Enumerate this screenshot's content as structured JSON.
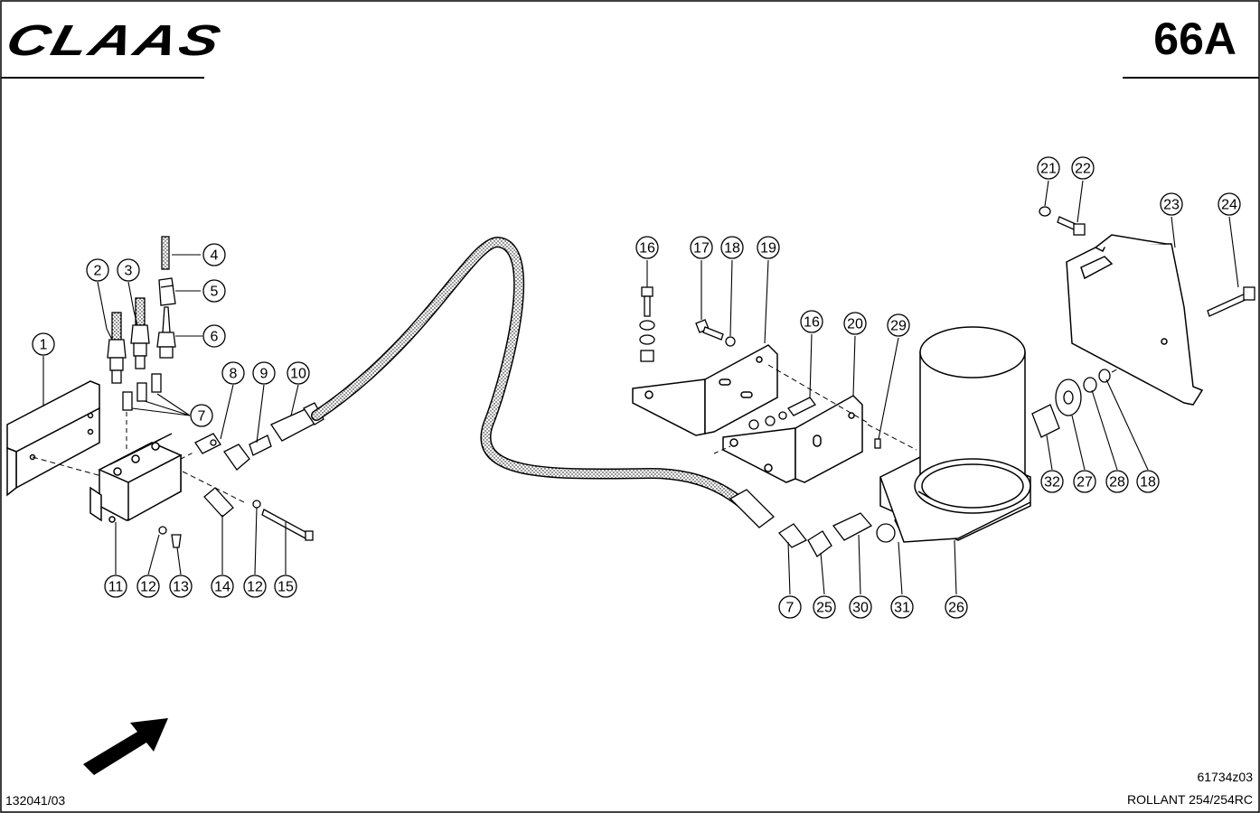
{
  "header": {
    "brand": "CLAAS",
    "page_number": "66A"
  },
  "footer": {
    "doc_code": "132041/03",
    "drawing_code": "61734z03",
    "model": "ROLLANT 254/254RC"
  },
  "callouts": [
    {
      "id": "c1",
      "text": "1"
    },
    {
      "id": "c2",
      "text": "2"
    },
    {
      "id": "c3",
      "text": "3"
    },
    {
      "id": "c4",
      "text": "4"
    },
    {
      "id": "c5",
      "text": "5"
    },
    {
      "id": "c6",
      "text": "6"
    },
    {
      "id": "c7a",
      "text": "7"
    },
    {
      "id": "c8",
      "text": "8"
    },
    {
      "id": "c9",
      "text": "9"
    },
    {
      "id": "c10",
      "text": "10"
    },
    {
      "id": "c11",
      "text": "11"
    },
    {
      "id": "c12a",
      "text": "12"
    },
    {
      "id": "c13",
      "text": "13"
    },
    {
      "id": "c14",
      "text": "14"
    },
    {
      "id": "c12b",
      "text": "12"
    },
    {
      "id": "c15",
      "text": "15"
    },
    {
      "id": "c16a",
      "text": "16"
    },
    {
      "id": "c17",
      "text": "17"
    },
    {
      "id": "c18a",
      "text": "18"
    },
    {
      "id": "c19",
      "text": "19"
    },
    {
      "id": "c16b",
      "text": "16"
    },
    {
      "id": "c20",
      "text": "20"
    },
    {
      "id": "c29",
      "text": "29"
    },
    {
      "id": "c21",
      "text": "21"
    },
    {
      "id": "c22",
      "text": "22"
    },
    {
      "id": "c23",
      "text": "23"
    },
    {
      "id": "c24",
      "text": "24"
    },
    {
      "id": "c32",
      "text": "32"
    },
    {
      "id": "c27",
      "text": "27"
    },
    {
      "id": "c28",
      "text": "28"
    },
    {
      "id": "c18b",
      "text": "18"
    },
    {
      "id": "c7b",
      "text": "7"
    },
    {
      "id": "c25",
      "text": "25"
    },
    {
      "id": "c30",
      "text": "30"
    },
    {
      "id": "c31",
      "text": "31"
    },
    {
      "id": "c26",
      "text": "26"
    }
  ]
}
